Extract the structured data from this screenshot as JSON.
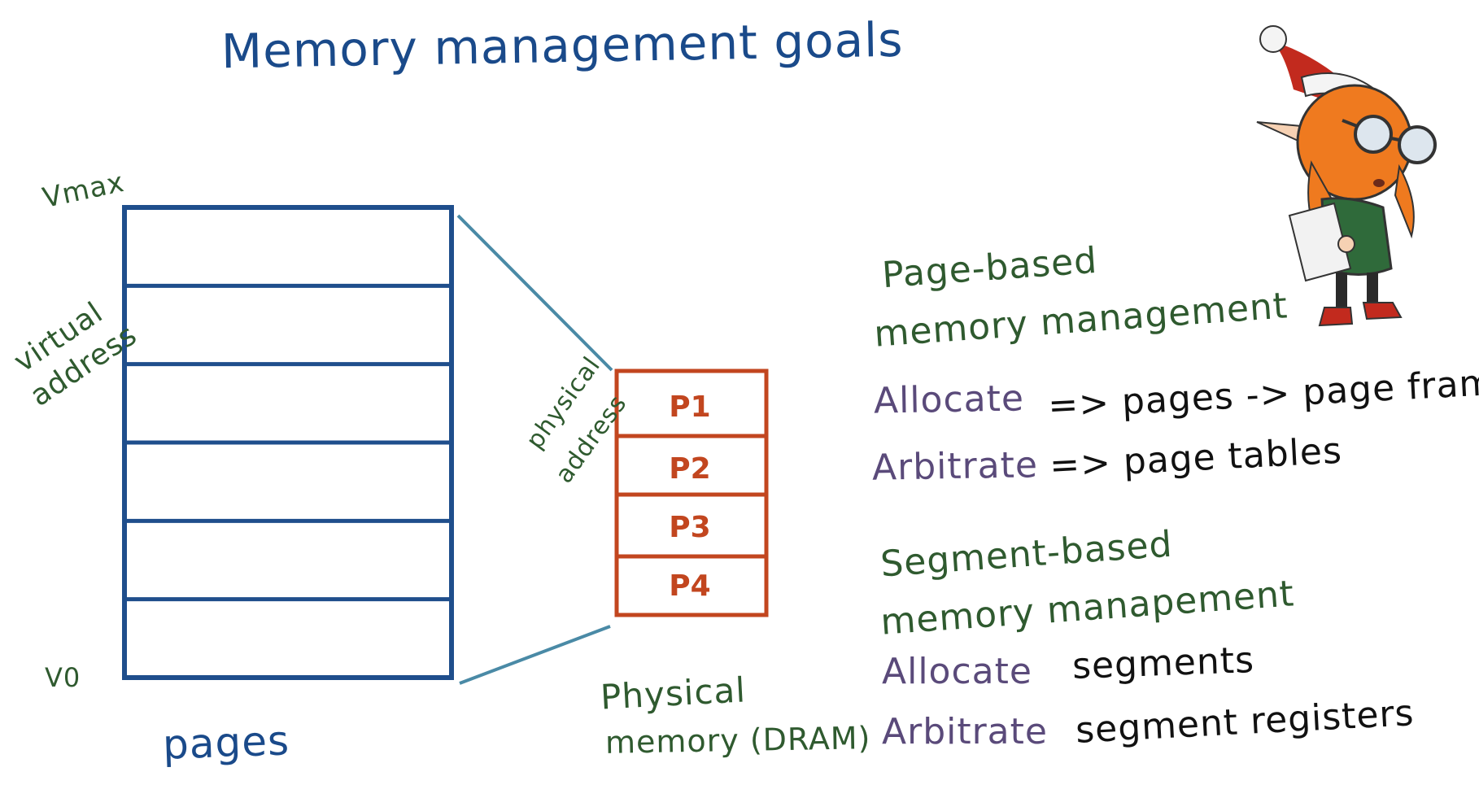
{
  "title": "Memory management goals",
  "virtual": {
    "vmax_label": "Vmax",
    "address_line1": "virtual",
    "address_line2": "address",
    "v0_label": "V0",
    "pages_label": "pages",
    "page_count": 6
  },
  "physical": {
    "frames": [
      "P1",
      "P2",
      "P3",
      "P4"
    ],
    "address_line1": "physical",
    "address_line2": "address",
    "memory_line1": "Physical",
    "memory_line2": "memory (DRAM)"
  },
  "page_based": {
    "header_line1": "Page-based",
    "header_line2": "memory management",
    "allocate_label": "Allocate",
    "allocate_text": "=> pages -> page frames",
    "arbitrate_label": "Arbitrate",
    "arbitrate_text": "=> page tables"
  },
  "segment_based": {
    "header_line1": "Segment-based",
    "header_line2": "memory manapement",
    "allocate_label": "Allocate",
    "allocate_text": "segments",
    "arbitrate_label": "Arbitrate",
    "arbitrate_text": "segment registers"
  },
  "colors": {
    "title_blue": "#1a4a8a",
    "virtual_box": "#1f4e8c",
    "physical_box": "#c2461f",
    "connector": "#4a8aa6",
    "label_green": "#2f5a2f",
    "label_purple": "#5a4a7a"
  },
  "mascot_icon": "elf-mascot-icon"
}
